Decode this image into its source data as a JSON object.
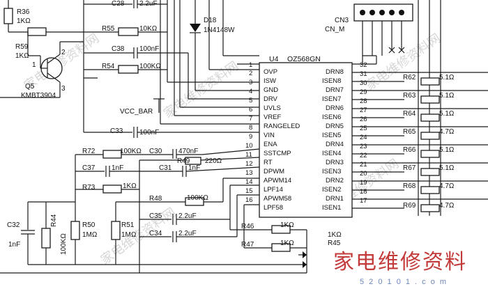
{
  "ic": {
    "ref": "U4",
    "part": "OZ568GN",
    "left_pins": [
      {
        "num": "1",
        "name": ""
      },
      {
        "num": "2",
        "name": "OVP"
      },
      {
        "num": "3",
        "name": "ISW"
      },
      {
        "num": "4",
        "name": "GND"
      },
      {
        "num": "5",
        "name": "DRV"
      },
      {
        "num": "6",
        "name": "UVLS"
      },
      {
        "num": "7",
        "name": "VREF"
      },
      {
        "num": "8",
        "name": "RANGELED"
      },
      {
        "num": "9",
        "name": "VIN"
      },
      {
        "num": "10",
        "name": "ENA"
      },
      {
        "num": "11",
        "name": "SSTCMP"
      },
      {
        "num": "12",
        "name": "RT"
      },
      {
        "num": "13",
        "name": "DPWM"
      },
      {
        "num": "14",
        "name": "APWM14"
      },
      {
        "num": "15",
        "name": "LPF14"
      },
      {
        "num": "16",
        "name": "APWM58"
      },
      {
        "num": "",
        "name": "LPF58"
      }
    ],
    "right_pins": [
      {
        "num": "32",
        "name": ""
      },
      {
        "num": "31",
        "name": "DRN8"
      },
      {
        "num": "30",
        "name": "ISEN8"
      },
      {
        "num": "29",
        "name": "DRN7"
      },
      {
        "num": "28",
        "name": "ISEN7"
      },
      {
        "num": "27",
        "name": "DRN6"
      },
      {
        "num": "26",
        "name": "ISEN6"
      },
      {
        "num": "25",
        "name": "DRN5"
      },
      {
        "num": "24",
        "name": "ISEN5"
      },
      {
        "num": "23",
        "name": "DRN4"
      },
      {
        "num": "22",
        "name": "ISEN4"
      },
      {
        "num": "21",
        "name": "DRN3"
      },
      {
        "num": "20",
        "name": "ISEN3"
      },
      {
        "num": "19",
        "name": "DRN2"
      },
      {
        "num": "18",
        "name": "ISEN2"
      },
      {
        "num": "17",
        "name": "DRN1"
      },
      {
        "num": "",
        "name": "ISEN1"
      }
    ]
  },
  "components": {
    "r36": "R36",
    "r36_val": "1KΩ",
    "r59": "R59",
    "r59_val": "1KΩ",
    "q5": "Q5",
    "q5_part": "KMBT3904",
    "q5_pin1": "1",
    "q5_pin2": "2",
    "q5_pin3": "3",
    "c28": "C28",
    "c28_val": "2.2uF",
    "r55": "R55",
    "r55_val": "10KΩ",
    "c38": "C38",
    "c38_val": "100nF",
    "r54": "R54",
    "r54_val": "100KΩ",
    "d18": "D18",
    "d18_part": "1N4148W",
    "vcc_bar": "VCC_BAR",
    "c33": "C33",
    "c33_val": "100nF",
    "r72": "R72",
    "r72_val": "100KΩ",
    "c30": "C30",
    "c30_val": "470nF",
    "r49": "R49",
    "r49_val": "220Ω",
    "c37": "C37",
    "c37_val": "1nF",
    "c31": "C31",
    "c31_val": "1nF",
    "r73": "R73",
    "r73_val": "1KΩ",
    "r48": "R48",
    "r48_val": "100KΩ",
    "c35": "C35",
    "c35_val": "2.2uF",
    "c34": "C34",
    "c34_val": "2.2uF",
    "c32": "C32",
    "c32_val": "1nF",
    "r44": "R44",
    "r44_val": "100KΩ",
    "r50": "R50",
    "r50_val": "1MΩ",
    "r51": "R51",
    "r51_val": "1MΩ",
    "r46": "R46",
    "r46_val": "1KΩ",
    "r47": "R47",
    "r47_val": "1KΩ",
    "r_extra_val": "1KΩ",
    "r_extra_ref": "R45",
    "cn3": "CN3",
    "cn3_name": "CN_M"
  },
  "sense_resistors": [
    {
      "ref": "R62",
      "val": "5.1Ω"
    },
    {
      "ref": "R63",
      "val": "5.1Ω"
    },
    {
      "ref": "R64",
      "val": "5.1Ω"
    },
    {
      "ref": "R65",
      "val": "4.7Ω"
    },
    {
      "ref": "R66",
      "val": "5.1Ω"
    },
    {
      "ref": "R67",
      "val": "5.1Ω"
    },
    {
      "ref": "R68",
      "val": "4.7Ω"
    },
    {
      "ref": "R69",
      "val": "4.7Ω"
    }
  ],
  "watermark": {
    "repeat": "家电维修资料网",
    "brand": "家电维修资料",
    "url": "5 2 0 1 0 1 . c o m"
  }
}
